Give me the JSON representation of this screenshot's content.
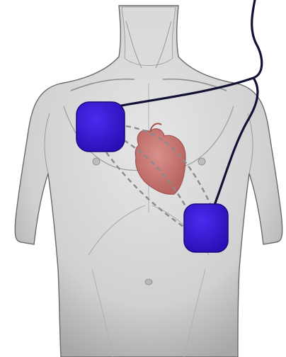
{
  "diagram": {
    "subject": "torso",
    "elements": [
      "torso",
      "heart",
      "electrode-pad",
      "electrode-pad",
      "lead-wire",
      "lead-wire",
      "current-path"
    ],
    "colors": {
      "background": "#ffffff",
      "skin": "#d9d9d9",
      "skin_shadow": "#a9a9a9",
      "outline": "#555555",
      "heart": "#c96a66",
      "heart_edge": "#9c4a48",
      "pad": "#3a18d6",
      "pad_edge": "#1a0a7a",
      "wire": "#111133",
      "current_path": "#8a8a8a"
    }
  }
}
